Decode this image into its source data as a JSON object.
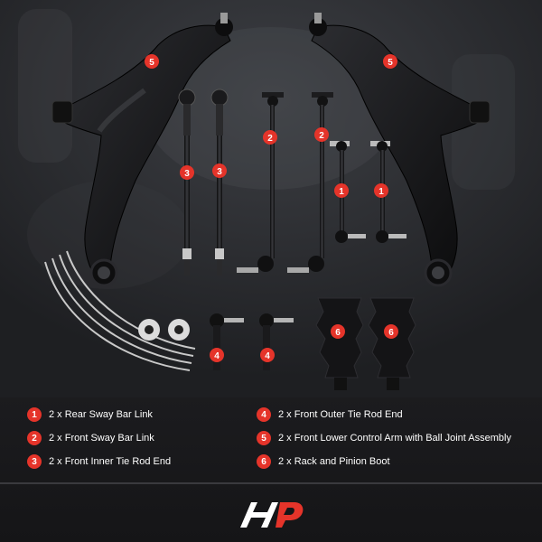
{
  "markers": {
    "m1": "1",
    "m2": "2",
    "m3": "3",
    "m4": "4",
    "m5": "5",
    "m6": "6"
  },
  "legend": {
    "items": [
      {
        "number": "1",
        "text": "2 x Rear Sway Bar Link"
      },
      {
        "number": "2",
        "text": "2 x Front Sway Bar Link"
      },
      {
        "number": "3",
        "text": "2 x Front Inner Tie Rod End"
      },
      {
        "number": "4",
        "text": "2 x Front Outer Tie Rod End"
      },
      {
        "number": "5",
        "text": "2 x Front Lower Control Arm with Ball Joint Assembly"
      },
      {
        "number": "6",
        "text": "2 x Rack and Pinion Boot"
      }
    ]
  },
  "colors": {
    "badge": "#e5342a",
    "legend_text": "#ffffff",
    "background": "#1c1c1f",
    "logo_white": "#ffffff",
    "logo_red": "#e5342a"
  },
  "icons": {
    "logo": "brand-logo-icon"
  }
}
